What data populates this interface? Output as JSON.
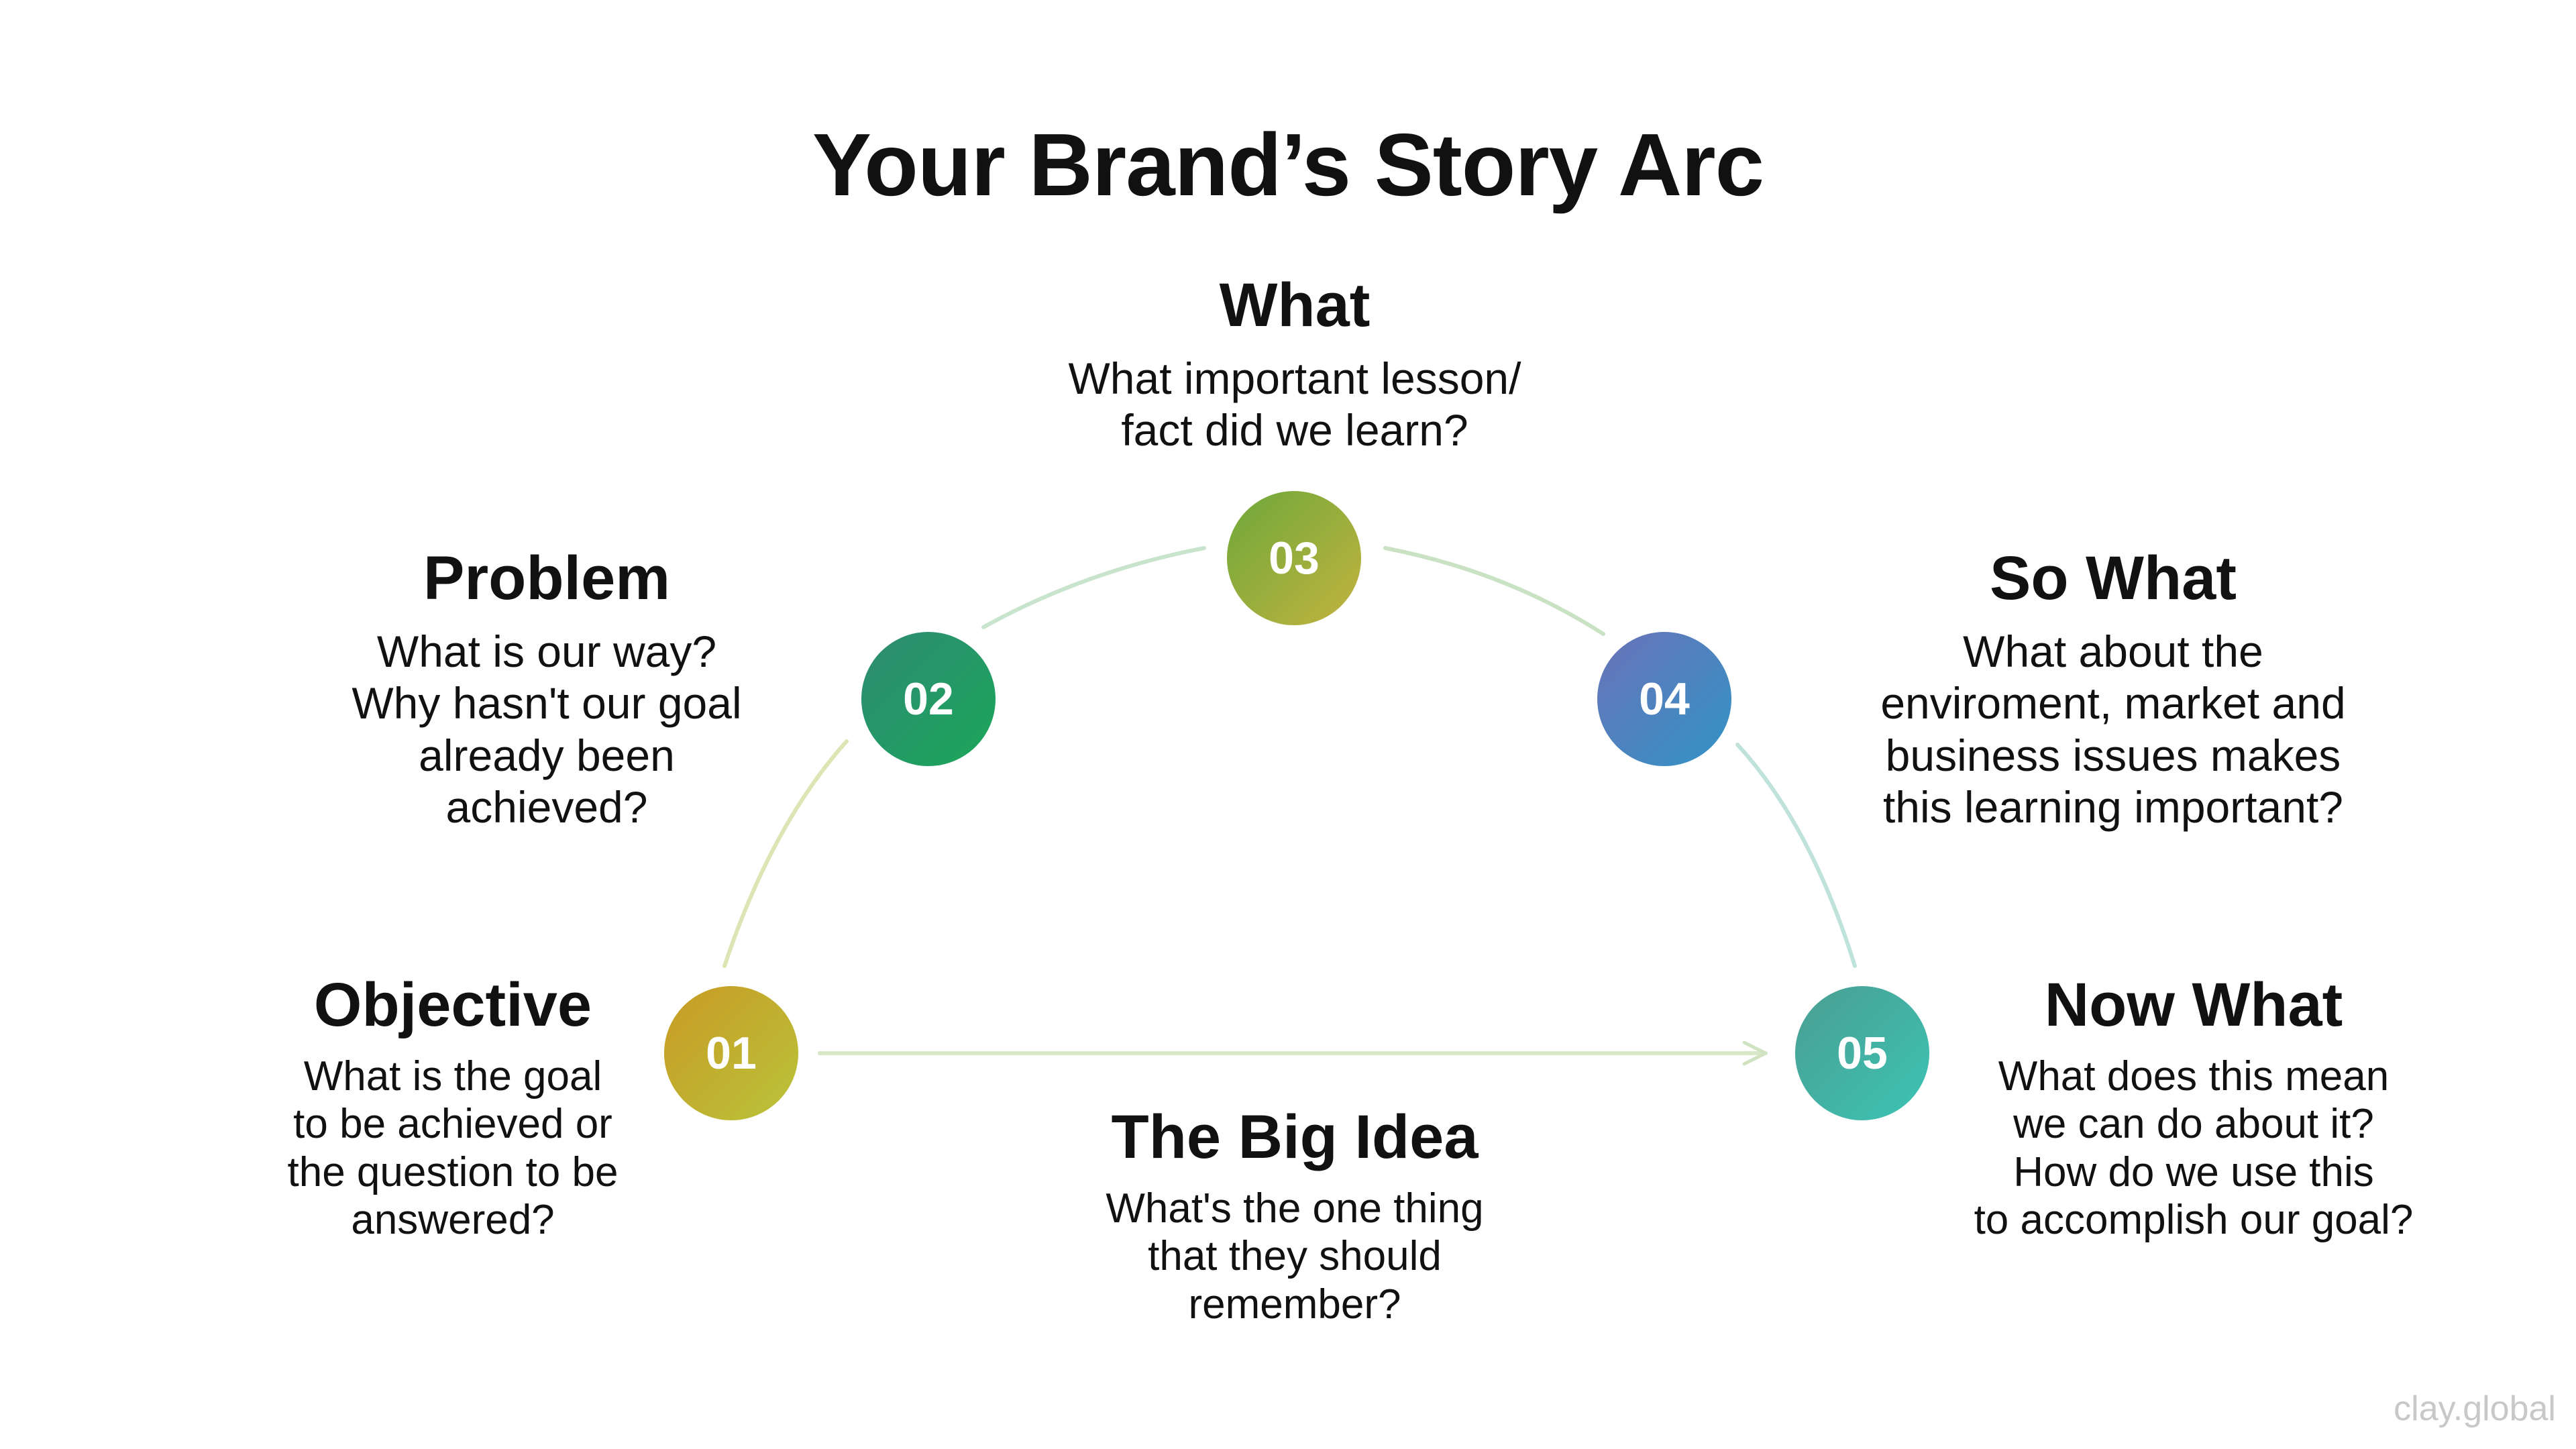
{
  "title": "Your Brand’s Story Arc",
  "steps": [
    {
      "number": "01",
      "heading": "Objective",
      "text": "What is the goal\nto be achieved or\nthe question to be\nanswered?",
      "color_start": "#c99a23",
      "color_end": "#b9c43a"
    },
    {
      "number": "02",
      "heading": "Problem",
      "text": "What is our way?\nWhy hasn't our goal\nalready been\nachieved?",
      "color_start": "#2f8a73",
      "color_end": "#1aa75a"
    },
    {
      "number": "03",
      "heading": "What",
      "text": "What important lesson/\nfact did we learn?",
      "color_start": "#6da83a",
      "color_end": "#c3b33f"
    },
    {
      "number": "04",
      "heading": "So What",
      "text": "What about the\nenviroment, market and\nbusiness issues makes\nthis learning important?",
      "color_start": "#6a72b8",
      "color_end": "#3194c6"
    },
    {
      "number": "05",
      "heading": "Now What",
      "text": "What does this mean\nwe can do about it?\nHow do we use this\nto accomplish our goal?",
      "color_start": "#4a9e92",
      "color_end": "#3cc4b4"
    }
  ],
  "big_idea": {
    "heading": "The Big Idea",
    "text": "What's the one thing\nthat they should\nremember?"
  },
  "credit": "clay.global",
  "connector_color": "#cfe3c2"
}
